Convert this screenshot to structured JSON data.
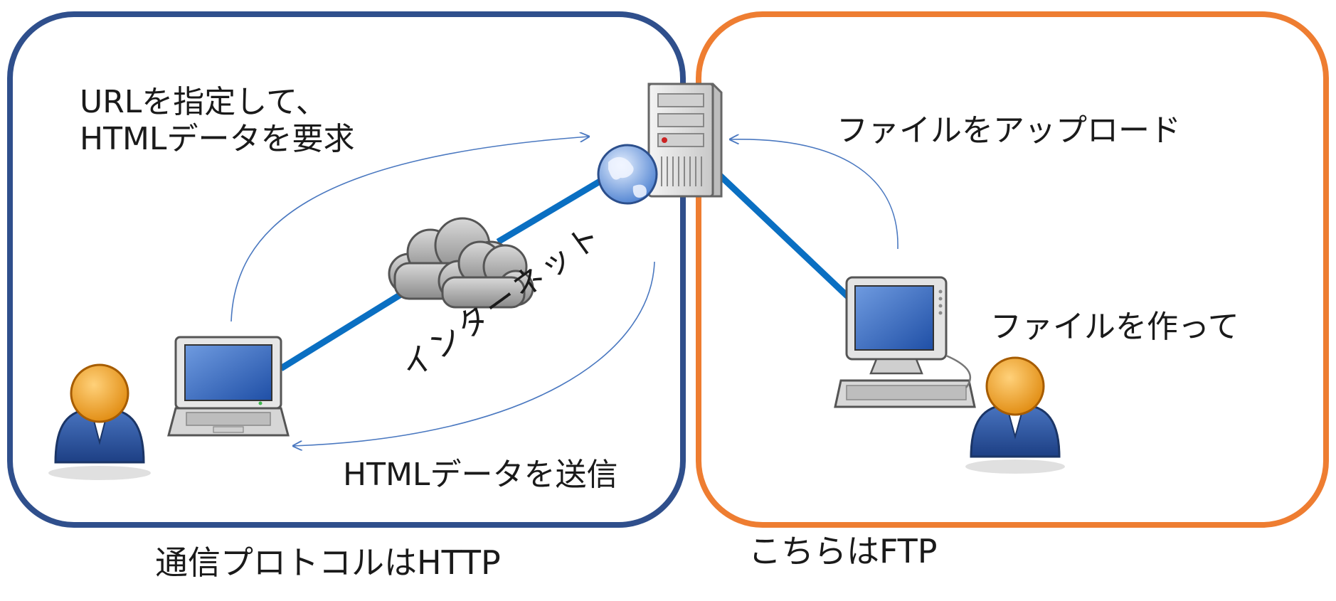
{
  "labels": {
    "request_line1": "URLを指定して、",
    "request_line2": "HTMLデータを要求",
    "send": "HTMLデータを送信",
    "internet": "インターネット",
    "upload": "ファイルをアップロード",
    "make": "ファイルを作って",
    "http_caption": "通信プロトコルはHTTP",
    "ftp_caption": "こちらはFTP"
  },
  "colors": {
    "http_region": "#2f4f8c",
    "ftp_region": "#ee7d31",
    "network_line": "#0a6fc2",
    "flow_arrow": "#4a78c0"
  },
  "icons": [
    "server-icon",
    "globe-icon",
    "cloud-icon",
    "laptop-icon",
    "desktop-computer-icon",
    "user-icon"
  ]
}
